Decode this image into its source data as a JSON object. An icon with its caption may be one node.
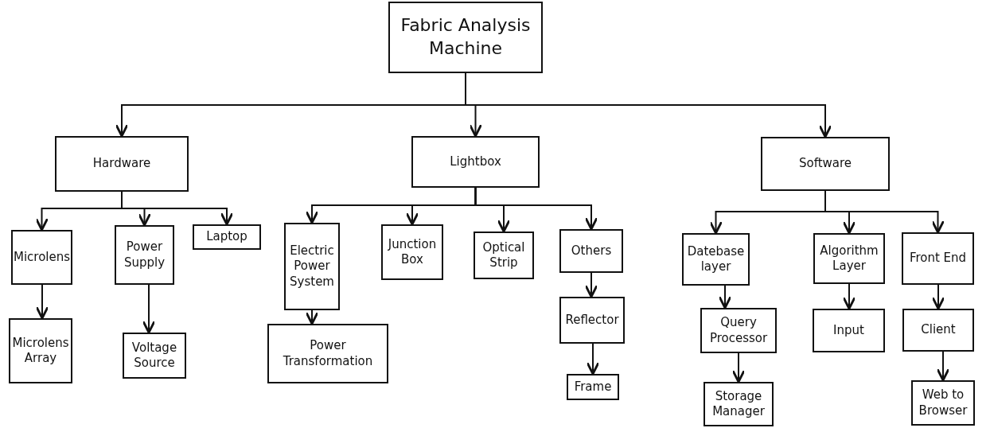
{
  "diagram": {
    "nodes": [
      {
        "text": [
          "Fabric Analysis Machine"
        ]
      },
      {
        "text": [
          "Hardware"
        ]
      },
      {
        "text": [
          "Lightbox"
        ]
      },
      {
        "text": [
          "Software"
        ]
      },
      {
        "text": [
          "Microlens"
        ]
      },
      {
        "text": [
          "Power Supply"
        ]
      },
      {
        "text": [
          "Laptop"
        ]
      },
      {
        "text": [
          "Microlens Array"
        ]
      },
      {
        "text": [
          "Voltage Source"
        ]
      },
      {
        "text": [
          "Electric Power System"
        ]
      },
      {
        "text": [
          "Power Transformation"
        ]
      },
      {
        "text": [
          "Junction Box"
        ]
      },
      {
        "text": [
          "Optical Strip"
        ]
      },
      {
        "text": [
          "Others"
        ]
      },
      {
        "text": [
          "Reflector"
        ]
      },
      {
        "text": [
          "Frame"
        ]
      },
      {
        "text": [
          "Datebase layer"
        ]
      },
      {
        "text": [
          "Query Processor"
        ]
      },
      {
        "text": [
          "Storage Manager"
        ]
      },
      {
        "text": [
          "Algorithm Layer"
        ]
      },
      {
        "text": [
          "Input"
        ]
      },
      {
        "text": [
          "Front End"
        ]
      },
      {
        "text": [
          "Client"
        ]
      },
      {
        "text": [
          "Web to Browser"
        ]
      }
    ],
    "edges": [
      {
        "from": 0,
        "to": 1,
        "arrow": "to"
      },
      {
        "from": 0,
        "to": 2,
        "arrow": "to"
      },
      {
        "from": 0,
        "to": 3,
        "arrow": "to"
      },
      {
        "from": 1,
        "to": 4,
        "arrow": "to"
      },
      {
        "from": 1,
        "to": 5,
        "arrow": "to"
      },
      {
        "from": 1,
        "to": 6,
        "arrow": "to"
      },
      {
        "from": 2,
        "to": 9,
        "arrow": "to"
      },
      {
        "from": 2,
        "to": 11,
        "arrow": "to"
      },
      {
        "from": 2,
        "to": 12,
        "arrow": "to"
      },
      {
        "from": 2,
        "to": 13,
        "arrow": "to"
      },
      {
        "from": 3,
        "to": 16,
        "arrow": "to"
      },
      {
        "from": 3,
        "to": 19,
        "arrow": "to"
      },
      {
        "from": 3,
        "to": 21,
        "arrow": "to"
      },
      {
        "from": 4,
        "to": 7,
        "arrow": "to"
      },
      {
        "from": 5,
        "to": 8,
        "arrow": "to"
      },
      {
        "from": 9,
        "to": 10,
        "arrow": "to"
      },
      {
        "from": 13,
        "to": 14,
        "arrow": "to"
      },
      {
        "from": 14,
        "to": 15,
        "arrow": "to"
      },
      {
        "from": 16,
        "to": 17,
        "arrow": "to"
      },
      {
        "from": 17,
        "to": 18,
        "arrow": "to"
      },
      {
        "from": 19,
        "to": 20,
        "arrow": "to"
      },
      {
        "from": 21,
        "to": 22,
        "arrow": "to"
      },
      {
        "from": 22,
        "to": 23,
        "arrow": "to"
      }
    ]
  }
}
